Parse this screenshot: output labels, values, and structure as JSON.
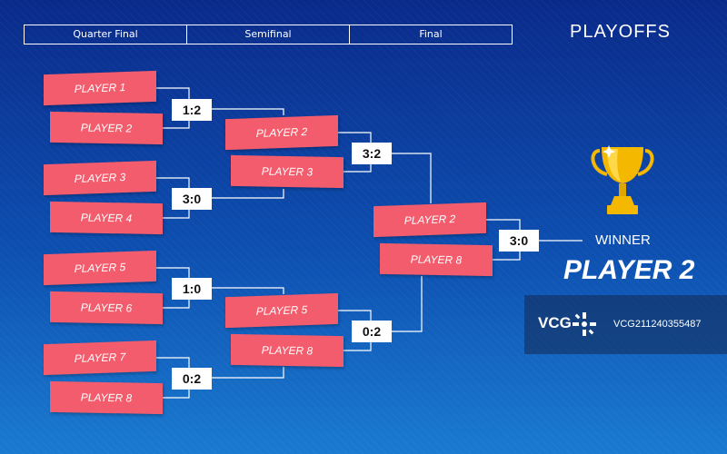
{
  "rounds": [
    "Quarter Final",
    "Semifinal",
    "Final"
  ],
  "title": "PLAYOFFS",
  "quarter_final": {
    "players": [
      "PLAYER 1",
      "PLAYER 2",
      "PLAYER 3",
      "PLAYER 4",
      "PLAYER 5",
      "PLAYER 6",
      "PLAYER 7",
      "PLAYER 8"
    ],
    "scores": [
      "1:2",
      "3:0",
      "1:0",
      "0:2"
    ]
  },
  "semifinal": {
    "players": [
      "PLAYER 2",
      "PLAYER 3",
      "PLAYER 5",
      "PLAYER 8"
    ],
    "scores": [
      "3:2",
      "0:2"
    ]
  },
  "final": {
    "players": [
      "PLAYER 2",
      "PLAYER 8"
    ],
    "score": "3:0"
  },
  "winner": {
    "label": "WINNER",
    "name": "PLAYER 2"
  },
  "watermark": {
    "logo": "VCG",
    "id": "VCG211240355487"
  },
  "colors": {
    "player_box": "#f25c6c",
    "trophy": "#f5b800",
    "background_top": "#0a2a8a",
    "background_bottom": "#1a7ad0"
  }
}
